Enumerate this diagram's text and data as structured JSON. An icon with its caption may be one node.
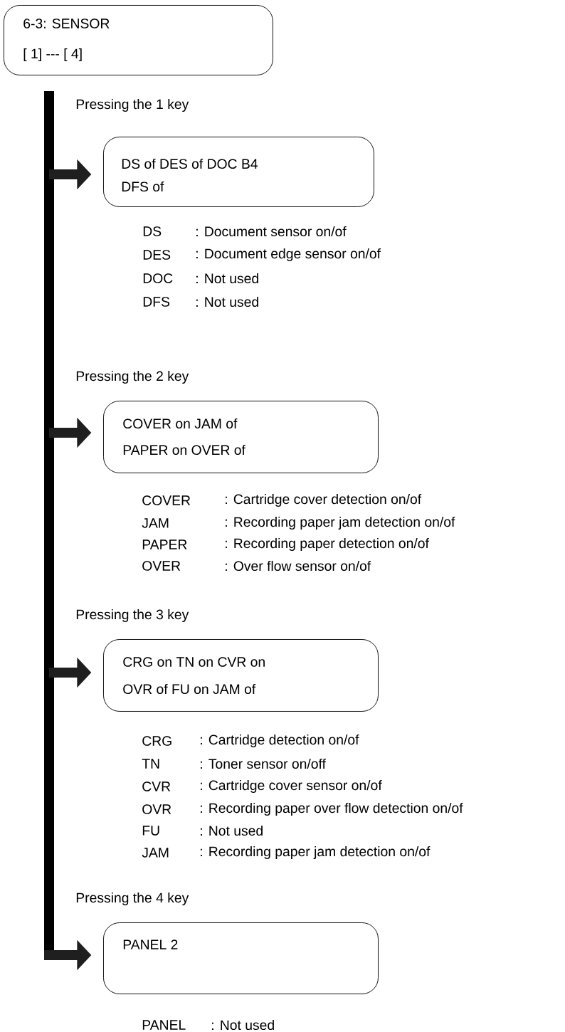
{
  "diagram": {
    "nodes": [
      {
        "text": [
          "6-3: SENSOR",
          "[ 1] --- [ 4]"
        ]
      },
      {
        "text": [
          "DS of DES of DOC B4",
          "DFS of"
        ],
        "beside": [
          "DS",
          ": Document sensor on/of",
          "DES",
          ": Document edge sensor on/of",
          "DOC",
          ": Not used",
          "DFS",
          ": Not used"
        ]
      },
      {
        "text": [
          "COVER on JAM of",
          "PAPER on OVER of"
        ],
        "beside": [
          "COVER",
          ": Cartridge cover detection on/of",
          "JAM",
          ": Recording paper jam detection on/of",
          "PAPER",
          ": Recording paper detection on/of",
          "OVER",
          ": Over flow sensor on/of"
        ]
      },
      {
        "text": [
          "CRG on TN on CVR on",
          "OVR of FU on JAM of"
        ],
        "beside": [
          "CRG",
          ": Cartridge detection on/of",
          "TN",
          ": Toner sensor on/off",
          "CVR",
          ": Cartridge cover sensor on/of",
          "OVR",
          ": Recording paper over flow detection on/of",
          "FU",
          ": Not used",
          "JAM",
          ": Recording paper jam detection on/of"
        ]
      },
      {
        "text": [
          "PANEL 2"
        ],
        "beside": [
          "PANEL",
          ": Not used"
        ]
      }
    ],
    "edges": [
      {
        "from": null,
        "to": 1,
        "arrow": "to"
      },
      {
        "from": null,
        "to": 2,
        "arrow": "to"
      },
      {
        "from": null,
        "to": 3,
        "arrow": "to"
      },
      {
        "from": null,
        "to": 4,
        "arrow": "to"
      }
    ],
    "labels": [
      "Pressing the 1 key",
      "Pressing the 2 key",
      "Pressing the 3 key",
      "Pressing the 4 key"
    ]
  }
}
